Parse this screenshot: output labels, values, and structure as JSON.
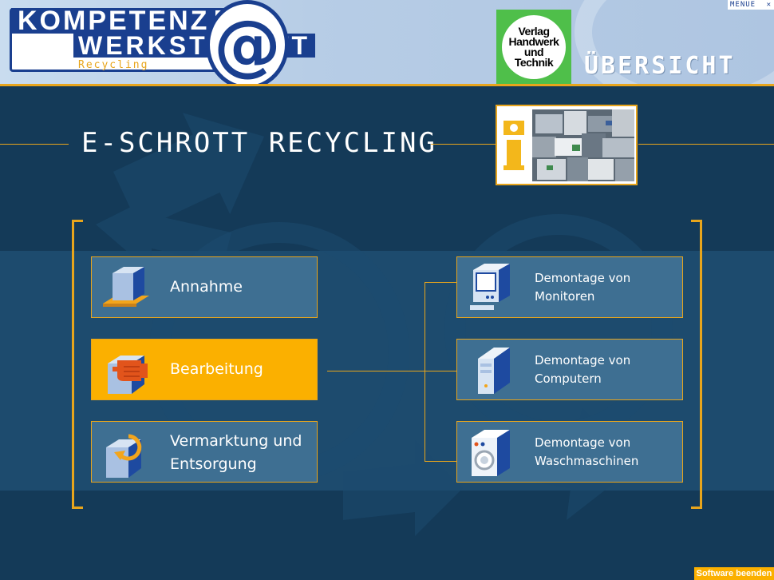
{
  "header": {
    "logo": {
      "line1": "KOMPETENZ",
      "line2": "WERKST",
      "at_symbol": "@",
      "line2_tail": "TT",
      "subtitle": "Recycling"
    },
    "publisher": {
      "line1": "Verlag",
      "line2": "Handwerk",
      "line3": "und",
      "line4": "Technik"
    },
    "section_title": "ÜBERSICHT",
    "menu": {
      "label": "MENUE",
      "close_glyph": "✕"
    }
  },
  "main": {
    "title": "E-SCHROTT RECYCLING",
    "info_icon": "info-icon",
    "left_buttons": [
      {
        "label": "Annahme",
        "icon": "cube-on-pallet-icon",
        "active": false
      },
      {
        "label": "Bearbeitung",
        "icon": "cube-hand-icon",
        "active": true
      },
      {
        "label_line1": "Vermarktung und",
        "label_line2": "Entsorgung",
        "icon": "cube-recycle-arrow-icon",
        "active": false
      }
    ],
    "right_buttons": [
      {
        "line1": "Demontage von",
        "line2": "Monitoren",
        "icon": "monitor-icon"
      },
      {
        "line1": "Demontage von",
        "line2": "Computern",
        "icon": "computer-tower-icon"
      },
      {
        "line1": "Demontage von",
        "line2": "Waschmaschinen",
        "icon": "washing-machine-icon"
      }
    ]
  },
  "footer": {
    "quit_label": "Software beenden"
  },
  "colors": {
    "accent": "#e8a51c",
    "active_button": "#fbb000",
    "button": "#3e6f92",
    "background": "#143a58",
    "brand_blue": "#1a3f8f",
    "publisher_green": "#4fbf4a"
  }
}
